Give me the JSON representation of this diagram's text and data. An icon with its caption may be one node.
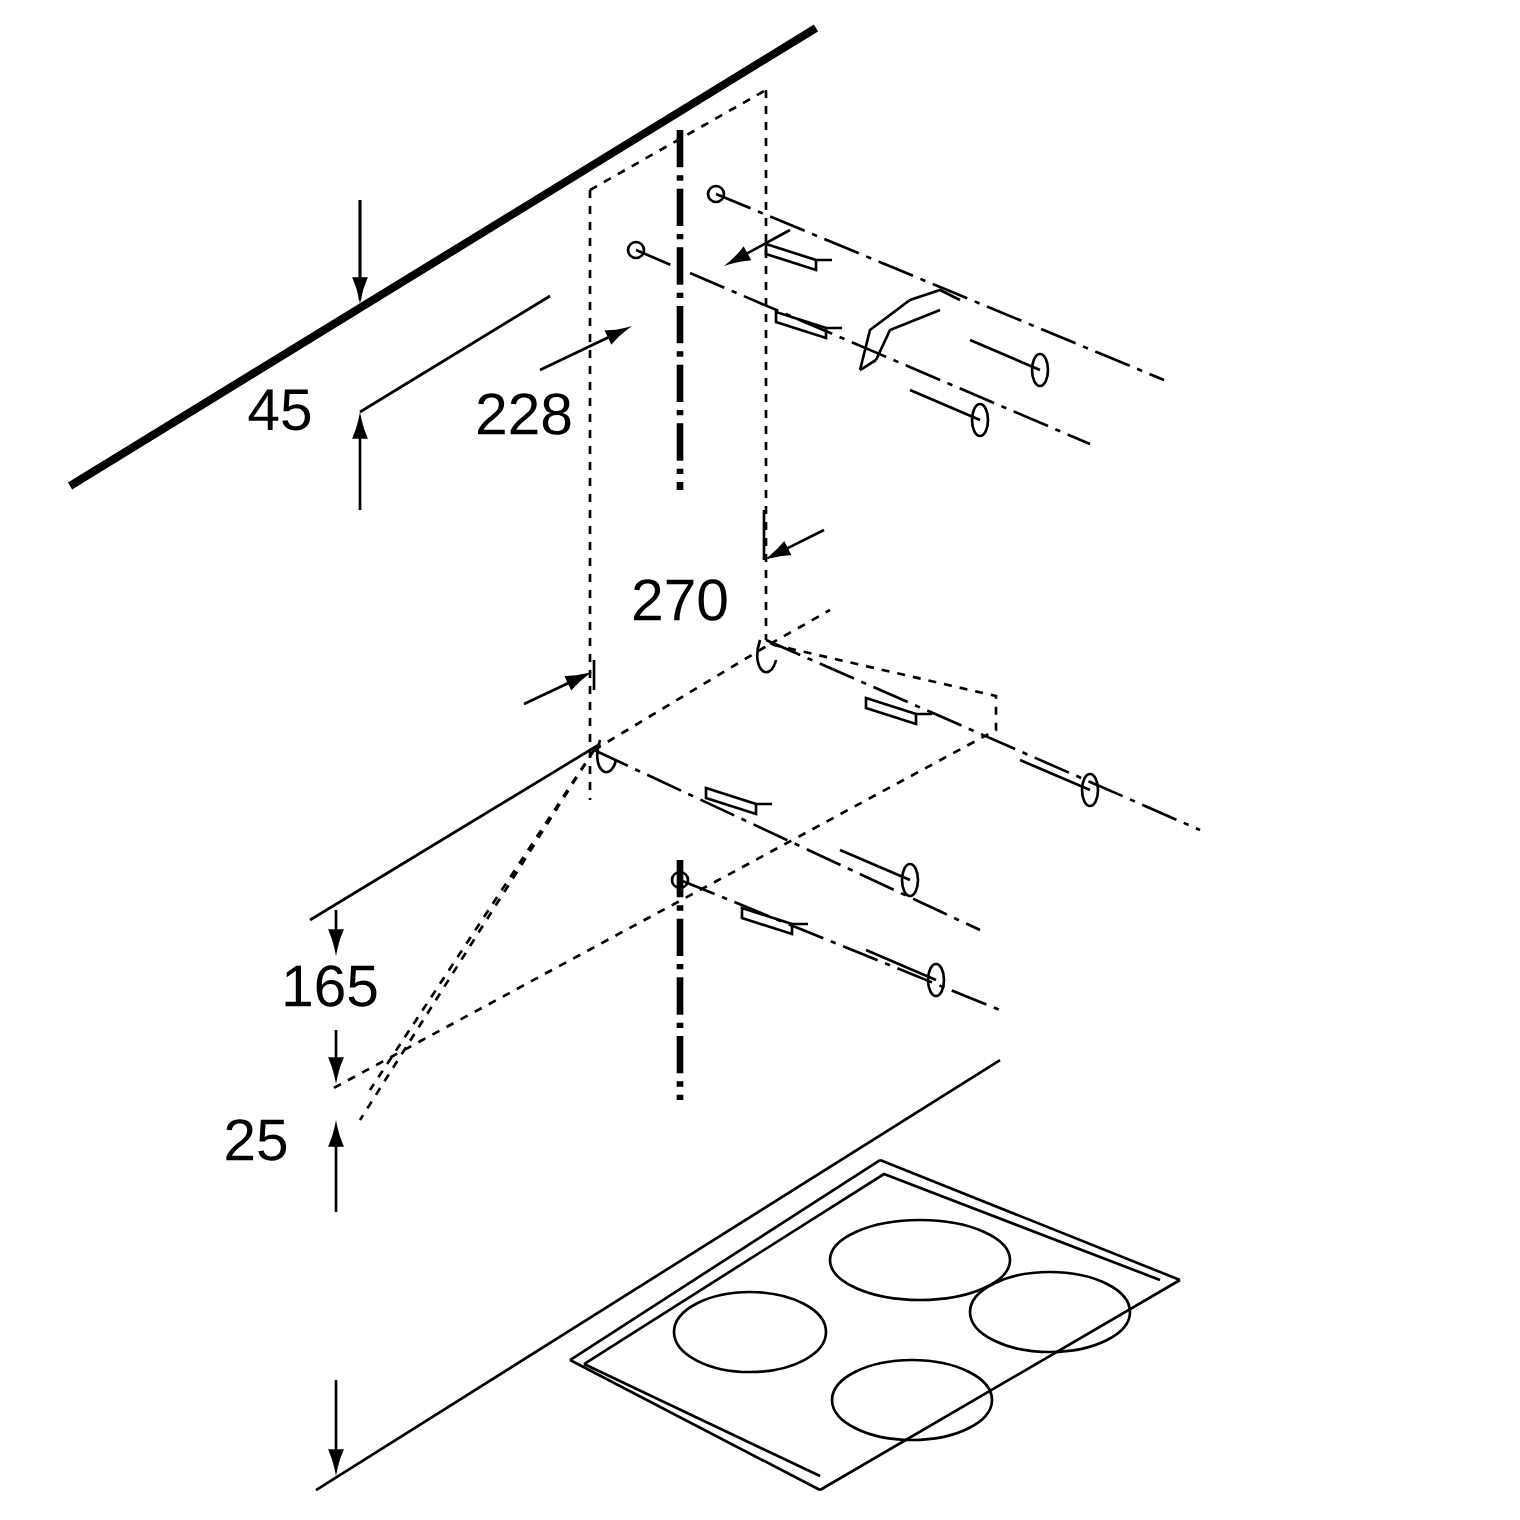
{
  "diagram": {
    "labels": [
      "45",
      "228",
      "270",
      "165",
      "25"
    ]
  }
}
